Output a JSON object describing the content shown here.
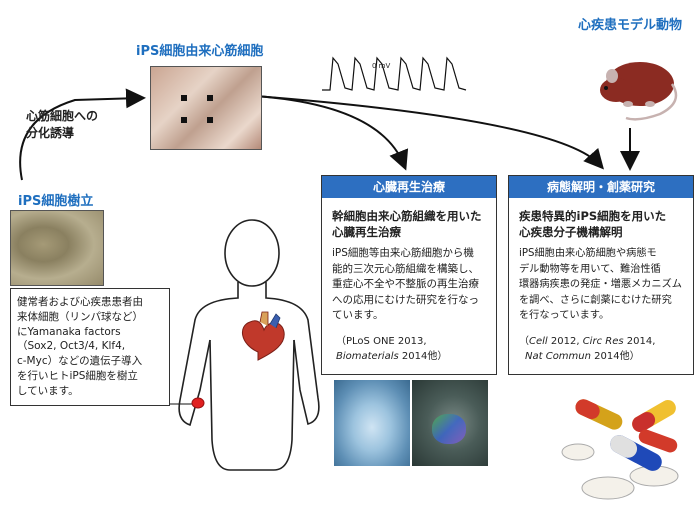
{
  "labels": {
    "ips_cardiomyocyte": "iPS細胞由来心筋細胞",
    "disease_animal": "心疾患モデル動物",
    "differentiation": [
      "心筋細胞への",
      "分化誘導"
    ],
    "ips_establish": "iPS細胞樹立",
    "voltage": "0 mV"
  },
  "note": {
    "lines": [
      "健常者および心疾患患者由",
      "来体細胞（リンパ球など）",
      "にYamanaka factors",
      "（Sox2, Oct3/4, Klf4,",
      "c-Myc）などの遺伝子導入",
      "を行いヒトiPS細胞を樹立",
      "しています。"
    ]
  },
  "regen_box": {
    "header": "心臓再生治療",
    "title": [
      "幹細胞由来心筋組織を用いた",
      "心臓再生治療"
    ],
    "body": [
      "iPS細胞等由来心筋細胞から機",
      "能的三次元心筋組織を構築し、",
      "重症心不全や不整脈の再生治療",
      "への応用にむけた研究を行なっ",
      "ています。"
    ],
    "ref_1": "（PLoS ONE 2013,",
    "ref_2_italic": "Biomaterials",
    "ref_2_rest": " 2014他）"
  },
  "research_box": {
    "header": "病態解明・創薬研究",
    "title": [
      "疾患特異的iPS細胞を用いた",
      "心疾患分子機構解明"
    ],
    "body": [
      "iPS細胞由来心筋細胞や病態モ",
      "デル動物等を用いて、難治性循",
      "環器病疾患の発症・増悪メカニズム",
      "を調べ、さらに創薬にむけた研究",
      "を行なっています。"
    ],
    "ref_1_open": "（",
    "ref_1_italic_a": "Cell",
    "ref_1_mid": " 2012, ",
    "ref_1_italic_b": "Circ Res",
    "ref_1_end": " 2014,",
    "ref_2_italic": "Nat Commun",
    "ref_2_rest": " 2014他）"
  },
  "colors": {
    "accent_blue": "#2d6fc1",
    "title_blue": "#1f6fbf",
    "heart_red": "#c0392b",
    "rat_body": "#8b2b22"
  }
}
